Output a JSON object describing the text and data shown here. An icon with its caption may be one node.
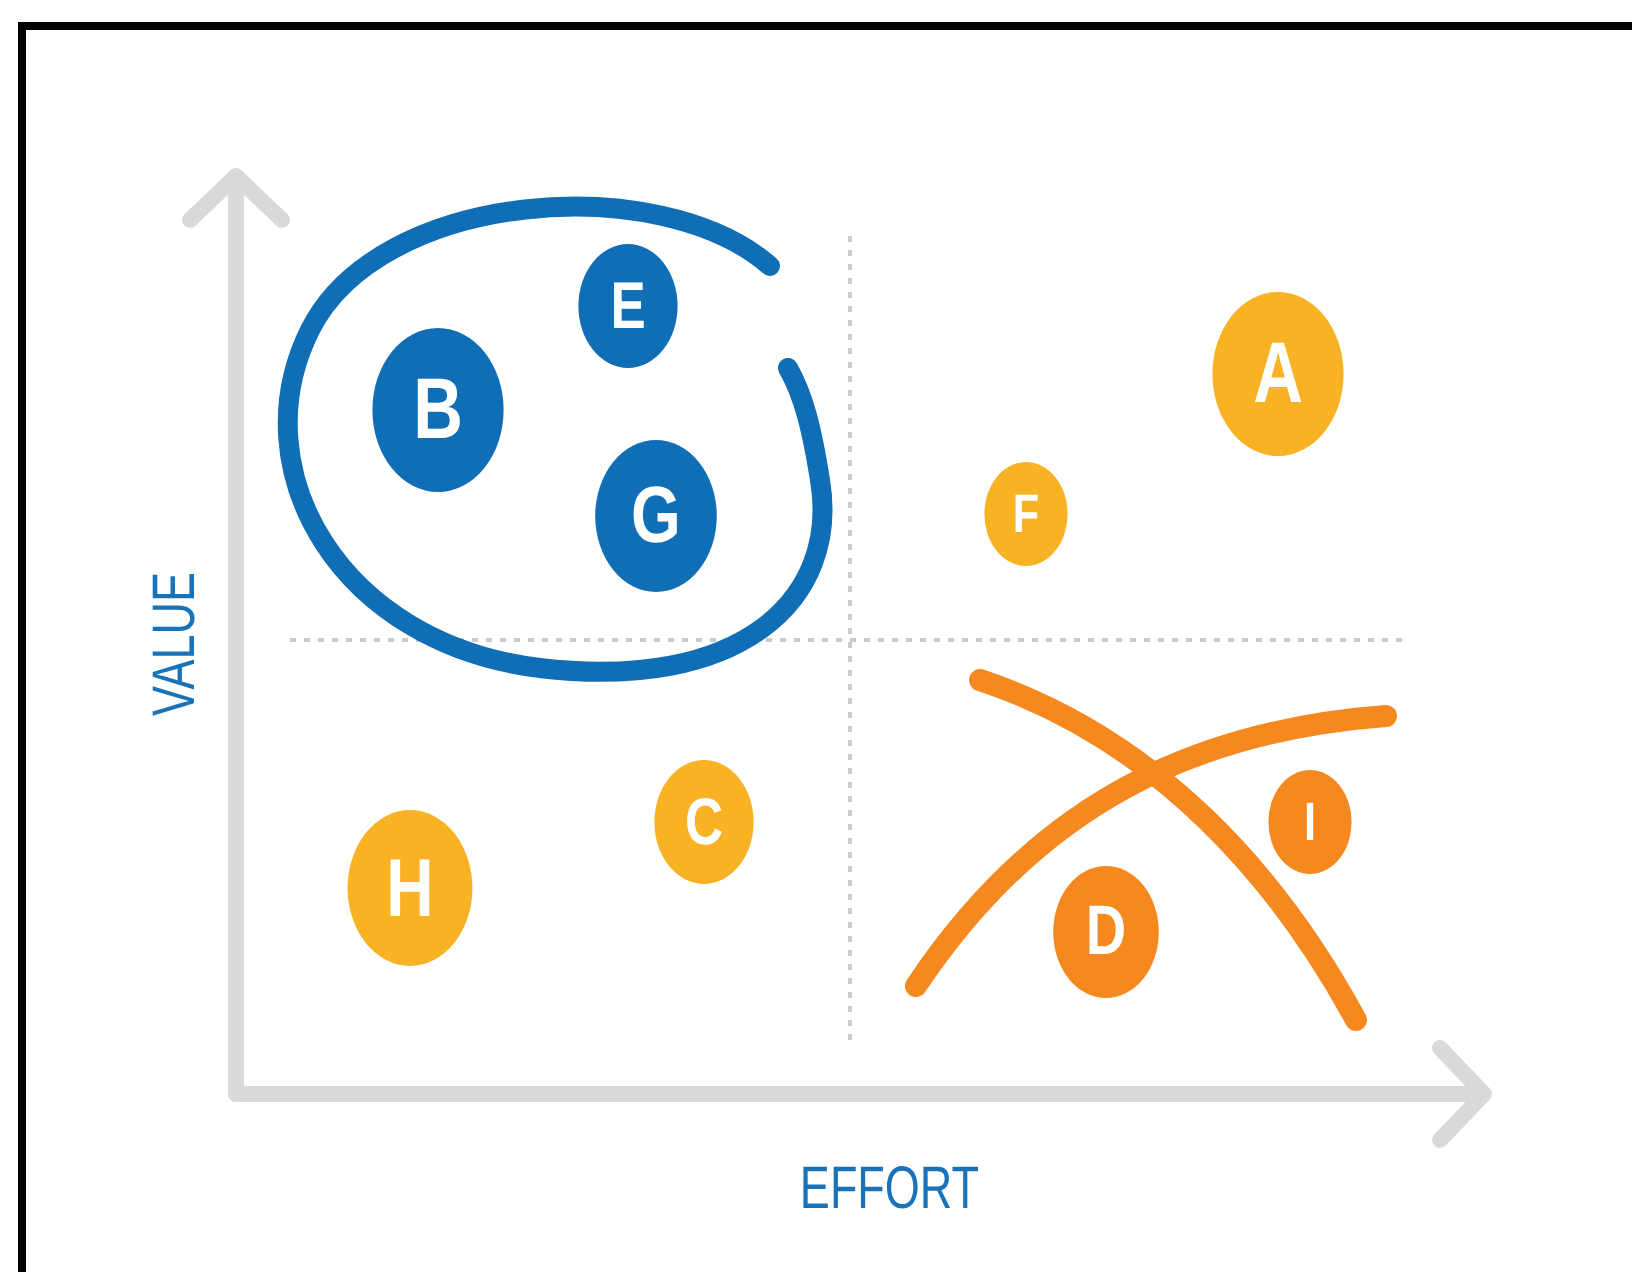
{
  "diagram": {
    "nodes": [
      {
        "text": [
          "E"
        ]
      },
      {
        "text": [
          "A"
        ]
      },
      {
        "text": [
          "B"
        ]
      },
      {
        "text": [
          "F"
        ]
      },
      {
        "text": [
          "G"
        ]
      },
      {
        "text": [
          "C"
        ]
      },
      {
        "text": [
          "I"
        ]
      },
      {
        "text": [
          "H"
        ]
      },
      {
        "text": [
          "D"
        ]
      }
    ],
    "labels": [
      "VALUE",
      "EFFORT"
    ]
  }
}
